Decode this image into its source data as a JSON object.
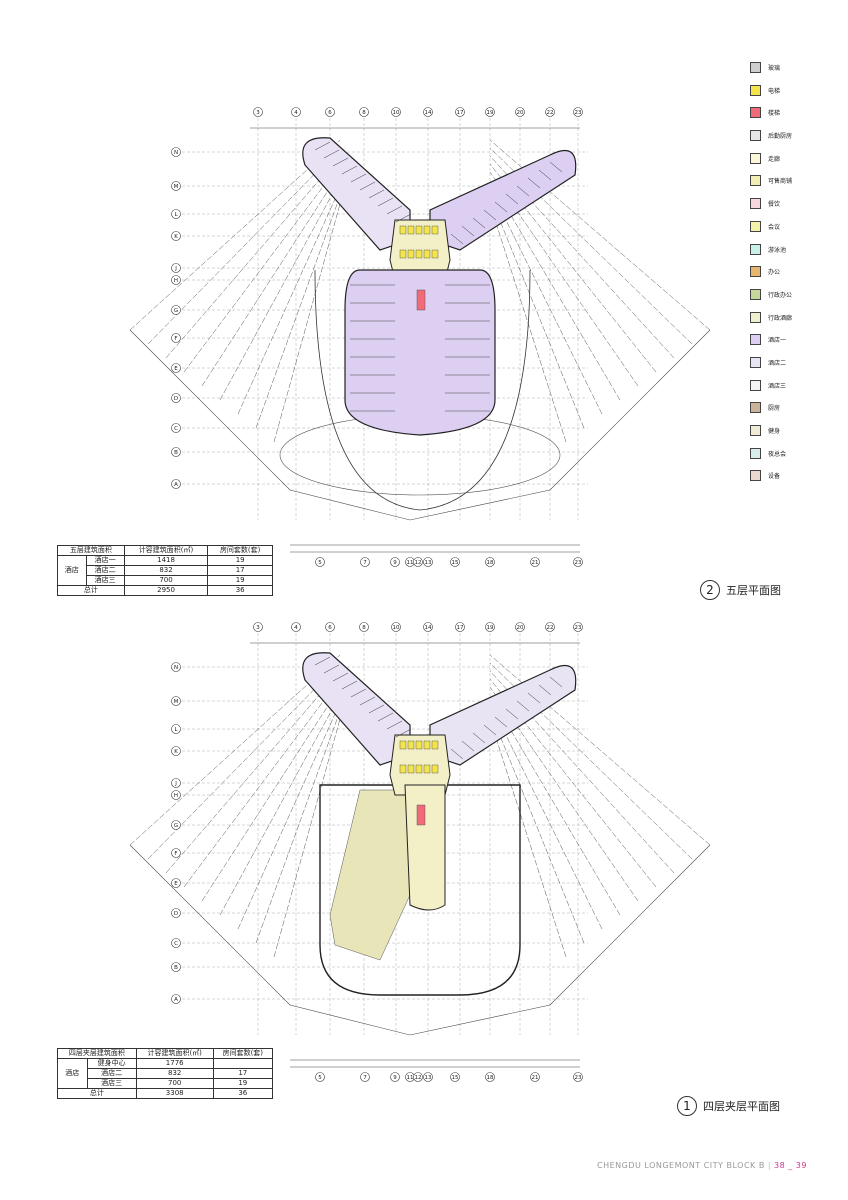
{
  "legend": [
    {
      "label": "玻璃",
      "color": "#cfcfcf"
    },
    {
      "label": "电梯",
      "color": "#f2e44a"
    },
    {
      "label": "楼梯",
      "color": "#f06a78"
    },
    {
      "label": "后勤厨房",
      "color": "#e6e6e6"
    },
    {
      "label": "走廊",
      "color": "#fbf7d9"
    },
    {
      "label": "可售商铺",
      "color": "#f2eeb4"
    },
    {
      "label": "餐饮",
      "color": "#f7d9dd"
    },
    {
      "label": "会议",
      "color": "#f4f1a8"
    },
    {
      "label": "游泳池",
      "color": "#c9efe9"
    },
    {
      "label": "办公",
      "color": "#e6b56e"
    },
    {
      "label": "行政办公",
      "color": "#c6d79a"
    },
    {
      "label": "行政酒廊",
      "color": "#eef0cf"
    },
    {
      "label": "酒店一",
      "color": "#dccff2"
    },
    {
      "label": "酒店二",
      "color": "#e8e4f4"
    },
    {
      "label": "酒店三",
      "color": "#f3f3f3"
    },
    {
      "label": "厨房",
      "color": "#c9b49a"
    },
    {
      "label": "健身",
      "color": "#f0ebd6"
    },
    {
      "label": "夜总会",
      "color": "#d9eeea"
    },
    {
      "label": "设备",
      "color": "#ead9cf"
    }
  ],
  "floor5": {
    "caption_number": "2",
    "caption_title": "五层平面图",
    "table": {
      "header": [
        "五层建筑面积",
        "计容建筑面积(㎡)",
        "房间套数(套)"
      ],
      "group_label": "酒店",
      "rows": [
        {
          "name": "酒店一",
          "area": "1418",
          "rooms": "19"
        },
        {
          "name": "酒店二",
          "area": "832",
          "rooms": "17"
        },
        {
          "name": "酒店三",
          "area": "700",
          "rooms": "19"
        }
      ],
      "total": {
        "name": "总计",
        "area": "2950",
        "rooms": "36"
      }
    }
  },
  "floor4m": {
    "caption_number": "1",
    "caption_title": "四层夹层平面图",
    "table": {
      "header": [
        "四层夹层建筑面积",
        "计容建筑面积(㎡)",
        "房间套数(套)"
      ],
      "group_label": "酒店",
      "rows": [
        {
          "name": "健身中心",
          "area": "1776",
          "rooms": ""
        },
        {
          "name": "酒店二",
          "area": "832",
          "rooms": "17"
        },
        {
          "name": "酒店三",
          "area": "700",
          "rooms": "19"
        }
      ],
      "total": {
        "name": "总计",
        "area": "3308",
        "rooms": "36"
      }
    }
  },
  "grid_labels": {
    "top": [
      "3",
      "4",
      "6",
      "8",
      "10",
      "14",
      "17",
      "19",
      "20",
      "22",
      "23"
    ],
    "bottom": [
      "5",
      "7",
      "9",
      "11",
      "12",
      "13",
      "15",
      "18",
      "21",
      "23"
    ],
    "left": [
      "N",
      "M",
      "L",
      "K",
      "J",
      "H",
      "G",
      "F",
      "E",
      "D",
      "C",
      "B",
      "A"
    ]
  },
  "footer": {
    "title": "CHENGDU  LONGEMONT CITY BLOCK B",
    "pages": "38 _ 39"
  }
}
